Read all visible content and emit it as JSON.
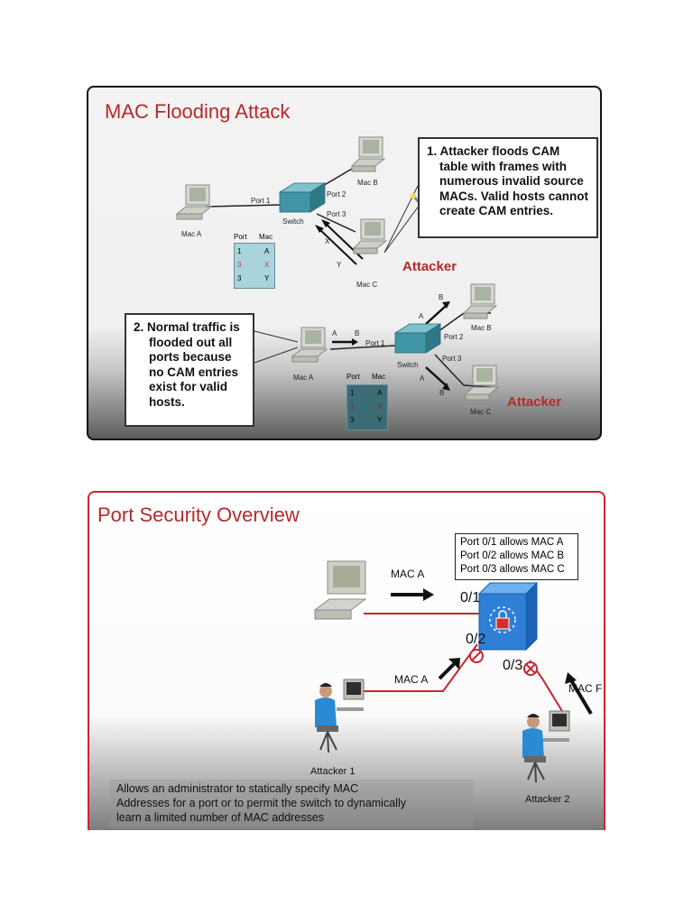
{
  "slide1": {
    "title": "MAC Flooding Attack",
    "callout1_lines": [
      "1. Attacker floods CAM",
      "table with frames with",
      "numerous invalid source",
      "MACs. Valid hosts cannot",
      "create CAM entries."
    ],
    "callout2_lines": [
      "2. Normal traffic is",
      "flooded out all",
      "ports because",
      "no CAM entries",
      "exist for valid",
      "hosts."
    ],
    "top": {
      "mac_a": "Mac A",
      "mac_b": "Mac B",
      "mac_c": "Mac C",
      "switch": "Switch",
      "port1": "Port 1",
      "port2": "Port 2",
      "port3": "Port 3",
      "attacker": "Attacker",
      "flood_labels": [
        "X",
        "Y"
      ],
      "cam": {
        "headers": [
          "Port",
          "Mac"
        ],
        "rows": [
          [
            "1",
            "A"
          ],
          [
            "3",
            "X"
          ],
          [
            "3",
            "Y"
          ]
        ]
      }
    },
    "bottom": {
      "mac_a": "Mac A",
      "mac_b": "Mac B",
      "mac_c": "Mac C",
      "switch": "Switch",
      "port1": "Port 1",
      "port2": "Port 2",
      "port3": "Port 3",
      "attacker": "Attacker",
      "flow_a": "A",
      "flow_b": "B",
      "cam": {
        "headers": [
          "Port",
          "Mac"
        ],
        "rows": [
          [
            "1",
            "A"
          ],
          [
            "3",
            "X"
          ],
          [
            "3",
            "Y"
          ]
        ]
      }
    },
    "colors": {
      "title": "#b52a2a",
      "switch": "#3f95a6",
      "cam_fill": "#a9d3dd",
      "cam_red": "#c83232"
    }
  },
  "slide2": {
    "title": "Port Security Overview",
    "port_rules": [
      "Port 0/1 allows MAC A",
      "Port 0/2 allows MAC B",
      "Port 0/3 allows MAC C"
    ],
    "mac_a_top": "MAC A",
    "mac_a_attacker": "MAC A",
    "mac_f": "MAC F",
    "port01": "0/1",
    "port02": "0/2",
    "port03": "0/3",
    "attacker1": "Attacker 1",
    "attacker2": "Attacker 2",
    "note_lines": [
      "Allows  an administrator to statically specify MAC",
      "Addresses for a port or to permit the switch to dynamically",
      "learn a limited number of MAC addresses"
    ],
    "colors": {
      "border": "#c8272d",
      "title": "#b52a2a",
      "switch": "#2f7fd6",
      "link": "#c8272d"
    }
  }
}
